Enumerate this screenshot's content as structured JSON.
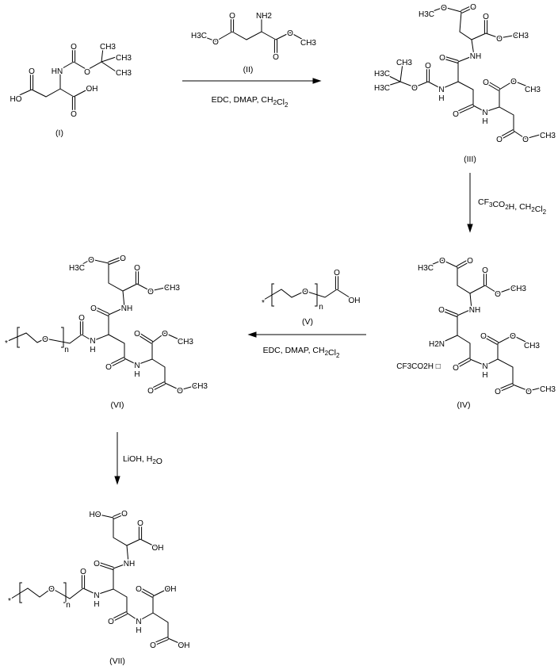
{
  "compounds": {
    "I": {
      "label": "(I)",
      "atoms": [
        "HO",
        "O",
        "HN",
        "O",
        "O",
        "CH3",
        "CH3",
        "CH3",
        "OH",
        "O"
      ]
    },
    "II": {
      "label": "(II)",
      "atoms": [
        "H3C",
        "O",
        "O",
        "NH2",
        "O",
        "O",
        "CH3"
      ]
    },
    "III": {
      "label": "(III)",
      "atoms": [
        "H3C",
        "O",
        "O",
        "O",
        "O",
        "CH3",
        "NH",
        "O",
        "N",
        "H",
        "O",
        "O",
        "CH3",
        "H3C",
        "H3C",
        "O",
        "N",
        "H",
        "O",
        "O",
        "CH3",
        "O",
        "O",
        "CH3"
      ]
    },
    "IV": {
      "label": "(IV)",
      "atoms": [
        "H3C",
        "O",
        "O",
        "O",
        "O",
        "CH3",
        "NH",
        "O",
        "H2N",
        "O",
        "N",
        "H",
        "O",
        "O",
        "CH3",
        "O",
        "O",
        "CH3",
        "CF3CO2H □"
      ]
    },
    "V": {
      "label": "(V)",
      "atoms": [
        "*",
        "O",
        "n",
        "O",
        "OH"
      ]
    },
    "VI": {
      "label": "(VI)",
      "atoms": [
        "H3C",
        "O",
        "O",
        "O",
        "O",
        "CH3",
        "NH",
        "O",
        "N",
        "H",
        "O",
        "*",
        "O",
        "n",
        "O",
        "N",
        "H",
        "O",
        "O",
        "CH3",
        "O",
        "O",
        "CH3"
      ]
    },
    "VII": {
      "label": "(VII)",
      "atoms": [
        "HO",
        "O",
        "O",
        "OH",
        "NH",
        "O",
        "N",
        "H",
        "O",
        "*",
        "O",
        "n",
        "O",
        "N",
        "H",
        "O",
        "OH",
        "O",
        "OH"
      ]
    }
  },
  "reactions": {
    "step1": {
      "reagents": "EDC, DMAP, CH2Cl2"
    },
    "step2": {
      "reagents": "CF3CO2H, CH2Cl2"
    },
    "step3": {
      "reagents": "EDC, DMAP, CH2Cl2"
    },
    "step4": {
      "reagents": "LiOH, H2O"
    }
  }
}
